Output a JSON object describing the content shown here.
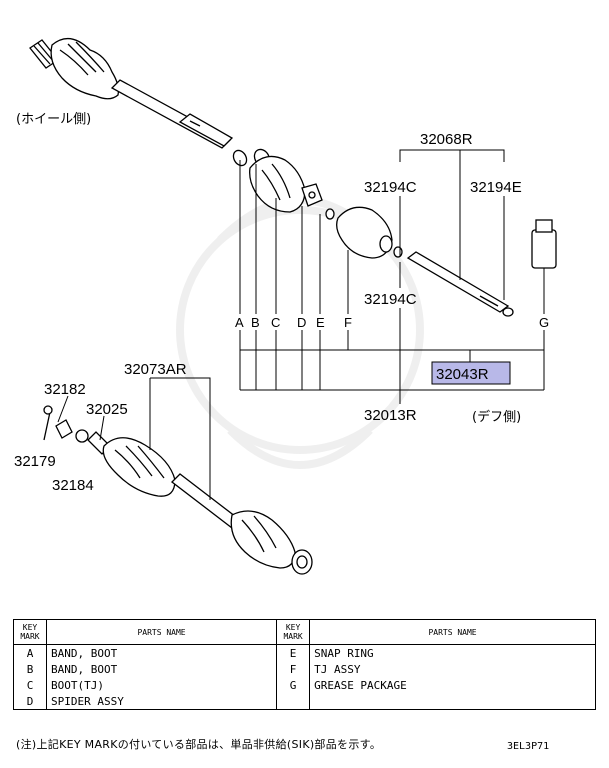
{
  "labels": {
    "wheel_side": "(ホイール側)",
    "diff_side": "(デフ側)",
    "p32068R": "32068R",
    "p32194C_top": "32194C",
    "p32194E": "32194E",
    "p32194C_mid": "32194C",
    "p32043R": "32043R",
    "p32013R": "32013R",
    "p32073AR": "32073AR",
    "p32182": "32182",
    "p32025": "32025",
    "p32179": "32179",
    "p32184": "32184",
    "key_A": "A",
    "key_B": "B",
    "key_C": "C",
    "key_D": "D",
    "key_E": "E",
    "key_F": "F",
    "key_G": "G"
  },
  "highlight_color": "#b8b8e8",
  "table": {
    "header_key": "KEY\nMARK",
    "header_name": "PARTS NAME",
    "left": [
      {
        "key": "A",
        "name": "BAND, BOOT"
      },
      {
        "key": "B",
        "name": "BAND, BOOT"
      },
      {
        "key": "C",
        "name": "BOOT(TJ)"
      },
      {
        "key": "D",
        "name": "SPIDER ASSY"
      }
    ],
    "right": [
      {
        "key": "E",
        "name": "SNAP RING"
      },
      {
        "key": "F",
        "name": "TJ ASSY"
      },
      {
        "key": "G",
        "name": "GREASE PACKAGE"
      },
      {
        "key": "",
        "name": ""
      }
    ]
  },
  "note": "(注)上記KEY MARKの付いている部品は、単品非供給(SIK)部品を示す。",
  "diagram_code": "3EL3P71"
}
